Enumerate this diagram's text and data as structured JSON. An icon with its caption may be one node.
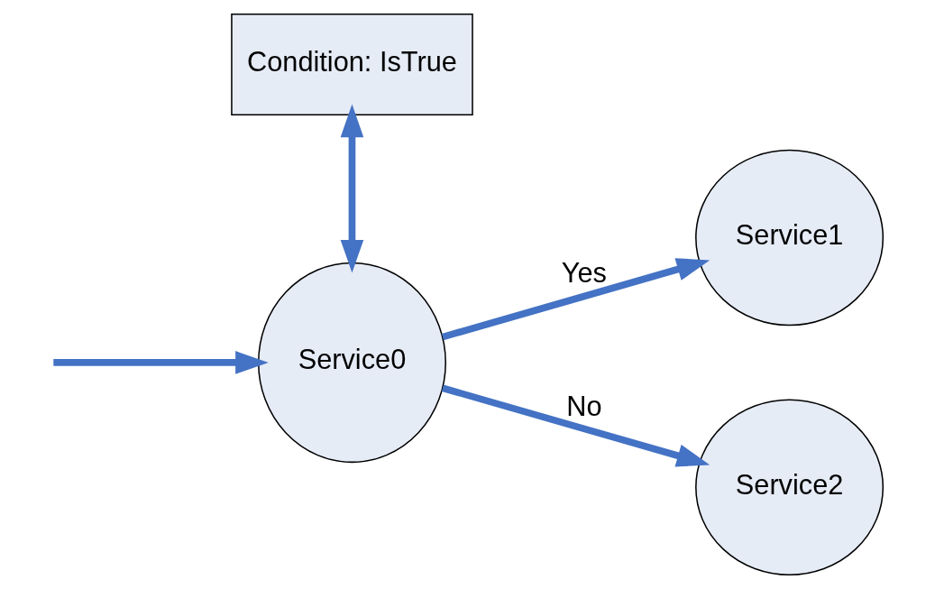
{
  "diagram": {
    "nodes": [
      {
        "text": [
          "Condition: IsTrue"
        ]
      },
      {
        "text": [
          "Service0"
        ]
      },
      {
        "text": [
          "Service1"
        ]
      },
      {
        "text": [
          "Service2"
        ]
      }
    ],
    "edges": [
      {
        "from": null,
        "to": 1,
        "arrow": "to"
      },
      {
        "from": 0,
        "to": 1,
        "arrow": "both"
      },
      {
        "from": 1,
        "to": 2,
        "arrow": "to",
        "label": "Yes"
      },
      {
        "from": 1,
        "to": 3,
        "arrow": "to",
        "label": "No"
      }
    ]
  }
}
